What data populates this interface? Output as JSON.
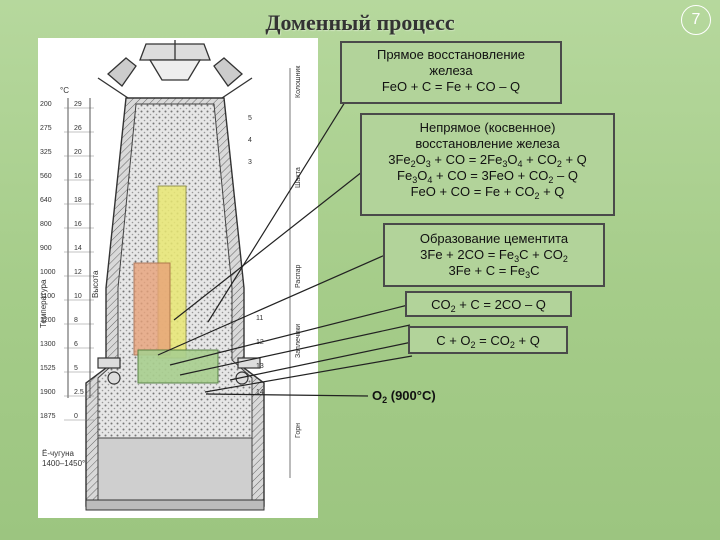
{
  "slide": {
    "title": "Доменный процесс",
    "number": "7"
  },
  "boxes": {
    "direct": {
      "heading_1": "Прямое восстановление",
      "heading_2": "железа",
      "reaction": "FeO + C = Fe + CO – Q"
    },
    "indirect": {
      "heading_1": "Непрямое (косвенное)",
      "heading_2": "восстановление железа",
      "reaction_1": "3Fe2O3 + CO = 2Fe3O4 + CO2 + Q",
      "reaction_2": "Fe3O4 + CO = 3FeO + CO2 – Q",
      "reaction_3": "FeO + CO  = Fe + CO2 + Q"
    },
    "cementite": {
      "heading": "Образование цементита",
      "reaction_1": "3Fe + 2CO = Fe3C + CO2",
      "reaction_2": "3Fe + C = Fe3C"
    },
    "co2_reduction": {
      "reaction": "CO2 + C = 2CO – Q"
    },
    "combustion": {
      "reaction": "C + O2 = CO2 + Q"
    },
    "oxygen": {
      "label": "O2 (900°C)"
    }
  },
  "figure": {
    "temp_axis": {
      "unit_label": "°C",
      "label": "Температура",
      "ticks": [
        "200",
        "275",
        "325",
        "560",
        "640",
        "800",
        "900",
        "1000",
        "1100",
        "1200",
        "1300",
        "1525",
        "1900",
        "1875"
      ]
    },
    "height_axis": {
      "label": "Высота",
      "ticks": [
        "29",
        "26",
        "20",
        "16",
        "18",
        "16",
        "14",
        "12",
        "10",
        "8",
        "6",
        "5",
        "2.5",
        "0"
      ]
    },
    "side_numbers": [
      "5",
      "4",
      "3",
      "11",
      "12",
      "13",
      "14"
    ],
    "bottom_caption_1": "Ё-чугуна",
    "bottom_caption_2": "1400–1450°",
    "right_captions": [
      "Колошник",
      "Шахта",
      "Распар",
      "Заплечики",
      "Горн"
    ],
    "colors": {
      "yellow_zone": "#e9e873",
      "orange_zone": "#e8a27a",
      "green_zone": "#a9cf8f"
    }
  }
}
